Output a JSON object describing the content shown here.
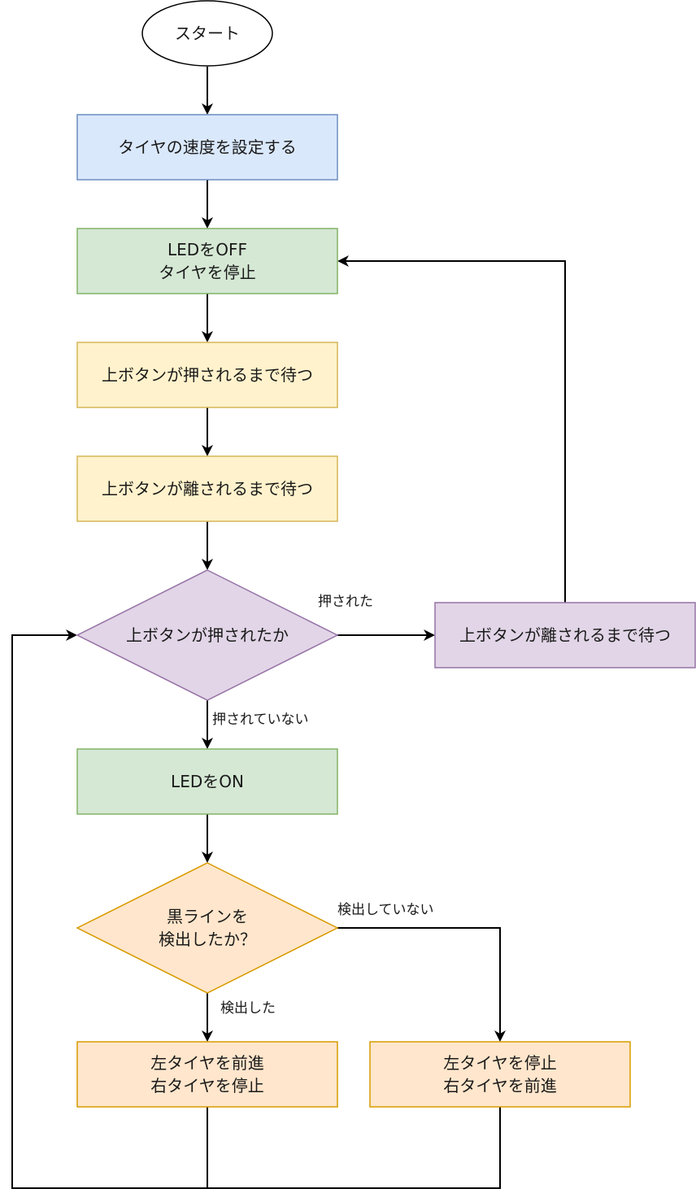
{
  "nodes": {
    "start": "スタート",
    "set_speed": "タイヤの速度を設定する",
    "led_off": "LEDをOFF\nタイヤを停止",
    "wait_press": "上ボタンが押されるまで待つ",
    "wait_release": "上ボタンが離されるまで待つ",
    "check_pressed": "上ボタンが押されたか",
    "wait_release_2": "上ボタンが離されるまで待つ",
    "led_on": "LEDをON",
    "check_line": "黒ラインを\n検出したか？",
    "left_forward": "左タイヤを前進\n右タイヤを停止",
    "left_stop": "左タイヤを停止\n右タイヤを前進"
  },
  "edge_labels": {
    "pressed": "押された",
    "not_pressed": "押されていない",
    "not_detected": "検出していない",
    "detected": "検出した"
  },
  "colors": {
    "blue_fill": "#dae8fc",
    "blue_stroke": "#6c8ebf",
    "green_fill": "#d5e8d4",
    "green_stroke": "#82b366",
    "yellow_fill": "#fff2cc",
    "yellow_stroke": "#d6b656",
    "purple_fill": "#e1d5e7",
    "purple_stroke": "#9673a6",
    "orange_fill": "#ffe6cc",
    "orange_stroke": "#d79b00"
  }
}
